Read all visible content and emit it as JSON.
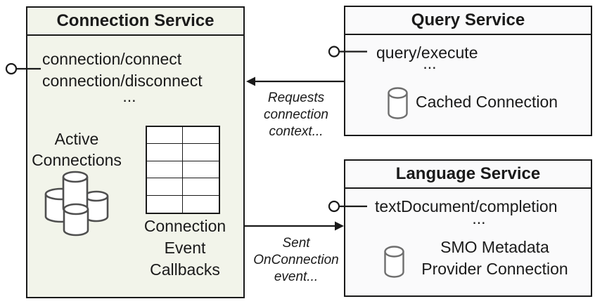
{
  "colors": {
    "ink": "#1a1a1a",
    "connection_box_fill": "#f2f4ea",
    "service_box_fill": "#fafafb",
    "cylinder_stroke_light": "#6e6e6e",
    "cylinder_stroke_dark": "#4f4f4f"
  },
  "icons": {
    "database": "database-cylinder-icon",
    "database_cluster": "database-cluster-icon",
    "interface": "lollipop-interface-icon",
    "grid": "callbacks-table-grid"
  },
  "connection_service": {
    "title": "Connection Service",
    "method_1": "connection/connect",
    "method_2": "connection/disconnect",
    "ellipsis": "...",
    "active_connections": {
      "line1": "Active",
      "line2": "Connections"
    },
    "callbacks_label": {
      "line1": "Connection",
      "line2": "Event",
      "line3": "Callbacks"
    },
    "table": {
      "rows": 5,
      "cols": 2
    }
  },
  "query_service": {
    "title": "Query Service",
    "method_1": "query/execute",
    "ellipsis": "...",
    "cached_connection_label": "Cached Connection"
  },
  "language_service": {
    "title": "Language Service",
    "method_1": "textDocument/completion",
    "ellipsis": "...",
    "smo_label": {
      "line1": "SMO Metadata",
      "line2": "Provider Connection"
    }
  },
  "arrows": {
    "requests": {
      "line1": "Requests",
      "line2": "connection",
      "line3": "context..."
    },
    "sent": {
      "line1": "Sent",
      "line2": "OnConnection",
      "line3": "event..."
    }
  }
}
